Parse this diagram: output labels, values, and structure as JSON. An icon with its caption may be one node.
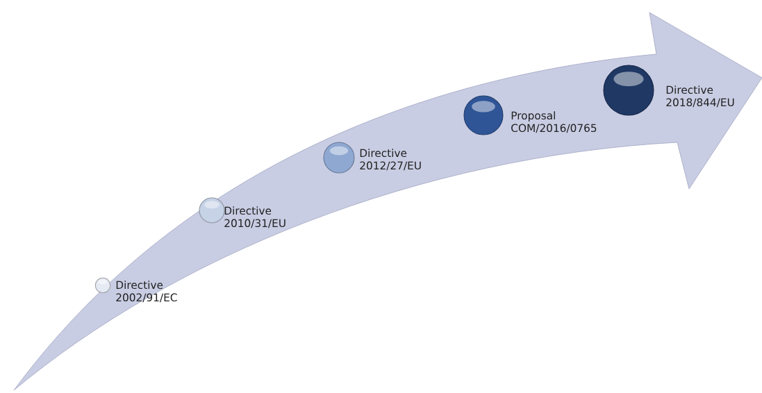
{
  "diagram": {
    "nodes": [
      {
        "text": [],
        "shape": "circle",
        "beside": [
          "Directive 2002/91/EC"
        ]
      },
      {
        "text": [],
        "shape": "circle",
        "beside": [
          "Directive 2010/31/EU"
        ]
      },
      {
        "text": [],
        "shape": "circle",
        "beside": [
          "Directive 2012/27/EU"
        ]
      },
      {
        "text": [],
        "shape": "circle",
        "beside": [
          "Proposal COM/2016/0765"
        ]
      },
      {
        "text": [],
        "shape": "circle",
        "beside": [
          "Directive 2018/844/EU"
        ]
      }
    ]
  }
}
